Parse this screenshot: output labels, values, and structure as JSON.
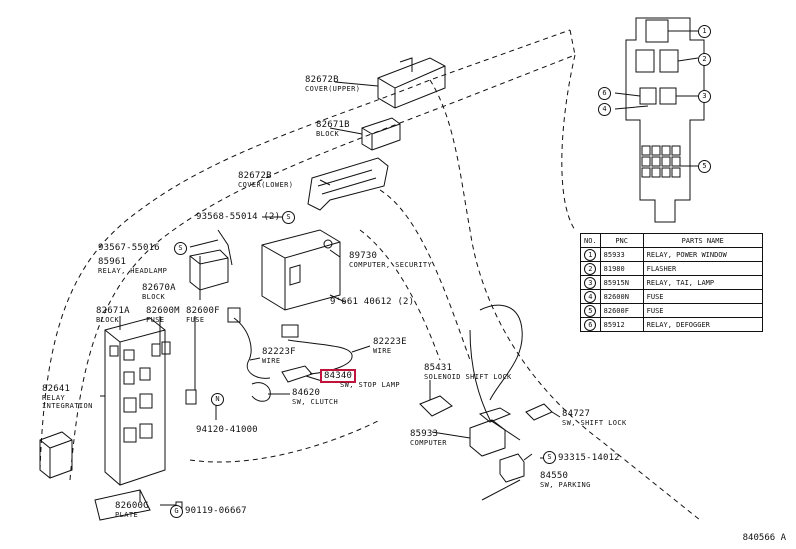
{
  "diagram_id": "840566 A",
  "parts": [
    {
      "num": "82672B",
      "desc": "COVER(UPPER)"
    },
    {
      "num": "82671B",
      "desc": "BLOCK"
    },
    {
      "num": "82672B",
      "desc": "COVER(LOWER)"
    },
    {
      "num": "93568-55014",
      "desc": "(2)"
    },
    {
      "num": "93567-55016",
      "desc": ""
    },
    {
      "num": "85961",
      "desc": "RELAY, HEADLAMP"
    },
    {
      "num": "89730",
      "desc": "COMPUTER, SECURITY"
    },
    {
      "num": "9'661 40612",
      "desc": "(2)"
    },
    {
      "num": "82670A",
      "desc": "BLOCK"
    },
    {
      "num": "82671A",
      "desc": "BLOCK"
    },
    {
      "num": "82600M",
      "desc": "FUSE"
    },
    {
      "num": "82600F",
      "desc": "FUSE"
    },
    {
      "num": "82223F",
      "desc": "WIRE"
    },
    {
      "num": "82223E",
      "desc": "WIRE"
    },
    {
      "num": "84340",
      "desc": "SW, STOP LAMP"
    },
    {
      "num": "84620",
      "desc": "SW, CLUTCH"
    },
    {
      "num": "82641",
      "desc": "RELAY INTEGRATION"
    },
    {
      "num": "94120-41000",
      "desc": ""
    },
    {
      "num": "82600G",
      "desc": "PLATE"
    },
    {
      "num": "90119-06667",
      "desc": ""
    },
    {
      "num": "85431",
      "desc": "SOLENOID SHIFT LOCK"
    },
    {
      "num": "85933",
      "desc": "COMPUTER"
    },
    {
      "num": "84727",
      "desc": "SW, SHIFT LOCK"
    },
    {
      "num": "93315-14012",
      "desc": ""
    },
    {
      "num": "84550",
      "desc": "SW, PARKING"
    }
  ],
  "callouts": [
    "1",
    "2",
    "3",
    "4",
    "5",
    "6"
  ],
  "table": {
    "headers": [
      "NO.",
      "PNC",
      "PARTS NAME"
    ],
    "rows": [
      {
        "no": "1",
        "pnc": "85933",
        "name": "RELAY, POWER WINDOW"
      },
      {
        "no": "2",
        "pnc": "81980",
        "name": "FLASHER"
      },
      {
        "no": "3",
        "pnc": "85915N",
        "name": "RELAY, TAI, LAMP"
      },
      {
        "no": "4",
        "pnc": "82600N",
        "name": "FUSE"
      },
      {
        "no": "5",
        "pnc": "82600F",
        "name": "FUSE"
      },
      {
        "no": "6",
        "pnc": "85912",
        "name": "RELAY, DEFOGGER"
      }
    ]
  },
  "symbols": {
    "s": "S",
    "n": "N",
    "g": "G"
  },
  "colors": {
    "highlight": "#c0143c",
    "ink": "#111111"
  }
}
